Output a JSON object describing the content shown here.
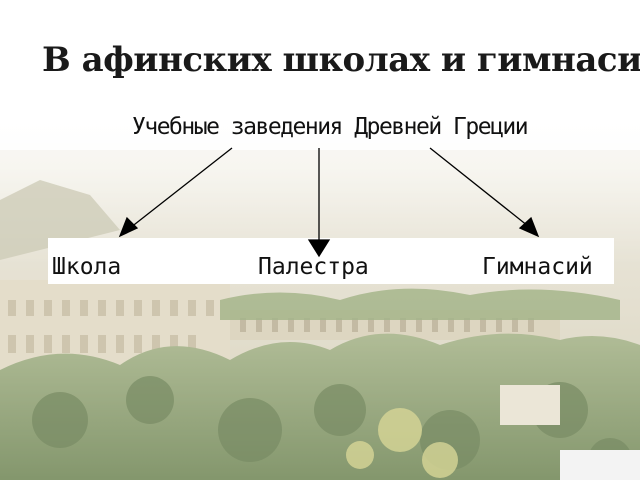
{
  "slide": {
    "title": "В афинских школах и гимнасиях"
  },
  "diagram": {
    "root": "Учебные заведения Древней Греции",
    "children": [
      {
        "label": "Школа"
      },
      {
        "label": "Палестра"
      },
      {
        "label": "Гимнасий"
      }
    ]
  },
  "colors": {
    "text": "#111111",
    "arrow": "#000000",
    "background": "#ffffff"
  }
}
